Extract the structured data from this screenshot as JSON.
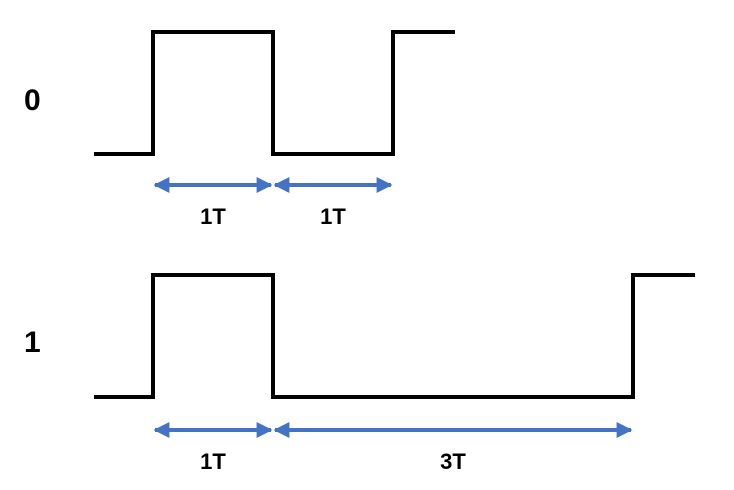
{
  "colors": {
    "waveform": "#000000",
    "arrow": "#4472C4",
    "text": "#000000",
    "background": "#ffffff"
  },
  "symbols": [
    {
      "label": "0",
      "high_periods": 1,
      "low_periods": 1,
      "durations": [
        {
          "label": "1T",
          "periods": 1,
          "level": "high"
        },
        {
          "label": "1T",
          "periods": 1,
          "level": "low"
        }
      ]
    },
    {
      "label": "1",
      "high_periods": 1,
      "low_periods": 3,
      "durations": [
        {
          "label": "1T",
          "periods": 1,
          "level": "high"
        },
        {
          "label": "3T",
          "periods": 3,
          "level": "low"
        }
      ]
    }
  ]
}
